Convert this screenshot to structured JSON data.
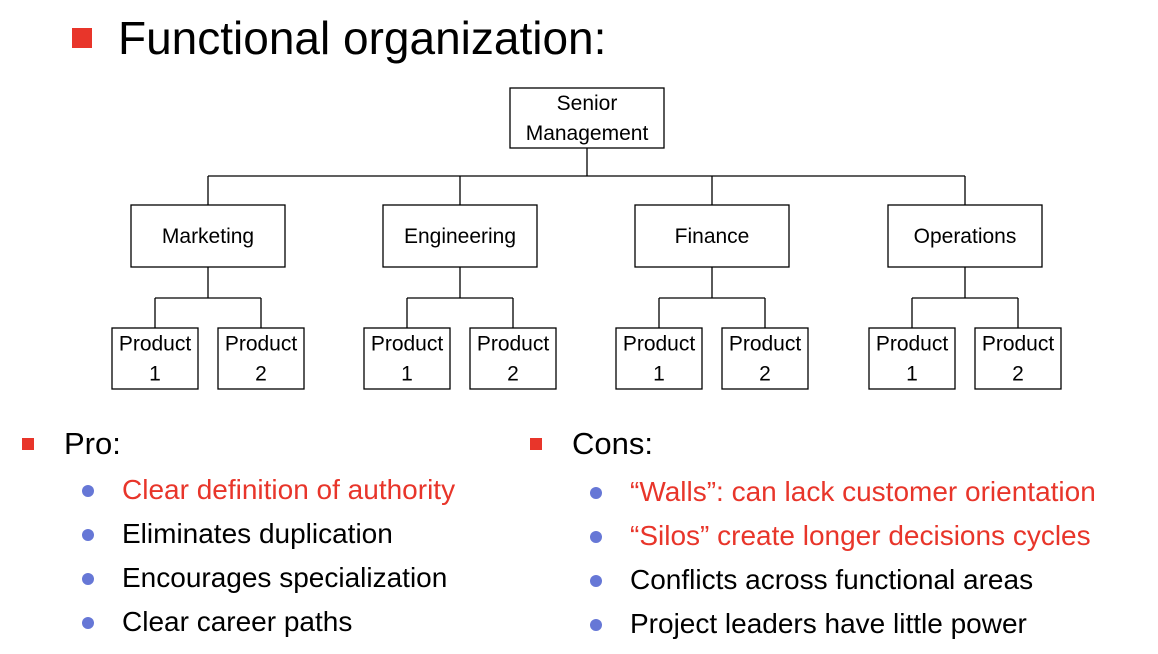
{
  "title": "Functional organization:",
  "colors": {
    "accent": "#e8352a",
    "dot": "#6677d6"
  },
  "org_chart": {
    "root": [
      "Senior",
      "Management"
    ],
    "departments": [
      {
        "name": "Marketing",
        "children": [
          [
            "Product",
            "1"
          ],
          [
            "Product",
            "2"
          ]
        ]
      },
      {
        "name": "Engineering",
        "children": [
          [
            "Product",
            "1"
          ],
          [
            "Product",
            "2"
          ]
        ]
      },
      {
        "name": "Finance",
        "children": [
          [
            "Product",
            "1"
          ],
          [
            "Product",
            "2"
          ]
        ]
      },
      {
        "name": "Operations",
        "children": [
          [
            "Product",
            "1"
          ],
          [
            "Product",
            "2"
          ]
        ]
      }
    ]
  },
  "pro": {
    "heading": "Pro:",
    "items": [
      {
        "text": "Clear definition of authority",
        "highlight": true
      },
      {
        "text": "Eliminates duplication",
        "highlight": false
      },
      {
        "text": "Encourages specialization",
        "highlight": false
      },
      {
        "text": "Clear career paths",
        "highlight": false
      }
    ]
  },
  "cons": {
    "heading": "Cons:",
    "items": [
      {
        "text": "“Walls”: can lack customer orientation",
        "highlight": true
      },
      {
        "text": "“Silos” create longer decisions cycles",
        "highlight": true
      },
      {
        "text": "Conflicts across functional areas",
        "highlight": false
      },
      {
        "text": "Project leaders have little power",
        "highlight": false
      }
    ]
  }
}
